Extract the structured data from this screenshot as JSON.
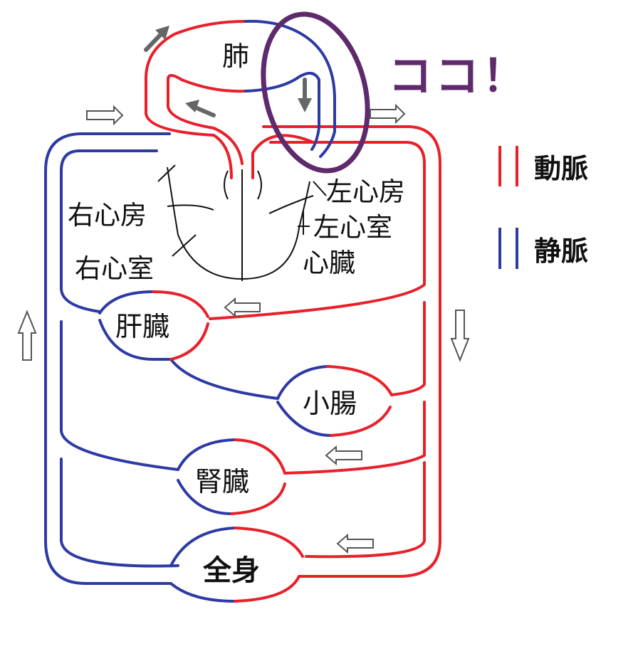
{
  "colors": {
    "artery": "#e8202a",
    "vein": "#2d3aa4",
    "highlight": "#5e2a6c",
    "arrow": "#666666"
  },
  "organs": {
    "lung": "肺",
    "liver": "肝臓",
    "small_intestine": "小腸",
    "kidney": "腎臓",
    "whole_body": "全身"
  },
  "heart_parts": {
    "right_atrium": "右心房",
    "right_ventricle": "右心室",
    "left_atrium": "左心房",
    "left_ventricle": "左心室",
    "heart": "心臓"
  },
  "callout": {
    "text": "ココ！"
  },
  "legend": {
    "artery_label": "動脈",
    "vein_label": "静脈",
    "artery_icon": "double-line-red",
    "vein_icon": "double-line-blue"
  }
}
